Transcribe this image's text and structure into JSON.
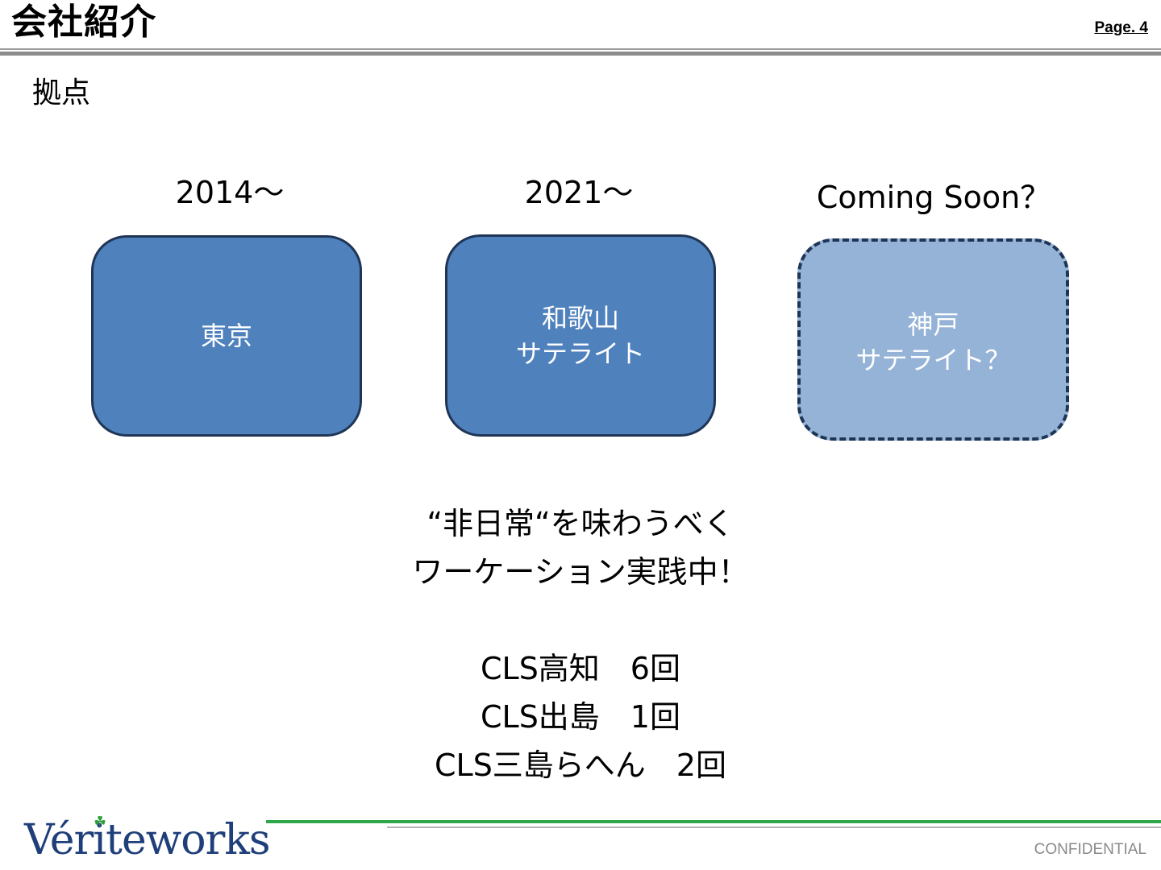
{
  "header": {
    "title": "会社紹介",
    "page": "Page. 4"
  },
  "section": {
    "title": "拠点"
  },
  "offices": [
    {
      "period": "2014～",
      "lines": [
        "東京"
      ]
    },
    {
      "period": "2021～",
      "lines": [
        "和歌山",
        "サテライト"
      ]
    },
    {
      "period": "Coming Soon？",
      "lines": [
        "神戸",
        "サテライト？"
      ]
    }
  ],
  "message": {
    "lines": [
      "“非日常“を味わうべく",
      "ワーケーション実践中！"
    ]
  },
  "stays": [
    "CLS高知　6回",
    "CLS出島　1回",
    "CLS三島らへん　2回"
  ],
  "footer": {
    "logo": "Vériteworks",
    "confidential": "CONFIDENTIAL"
  },
  "colors": {
    "box_fill": "#4f81bd",
    "box_planned_fill": "#95b3d7",
    "box_border": "#1f3556",
    "logo": "#1f3f7a",
    "accent_green": "#2ea84a"
  },
  "icons": {
    "logo_mark": "clover-icon"
  }
}
